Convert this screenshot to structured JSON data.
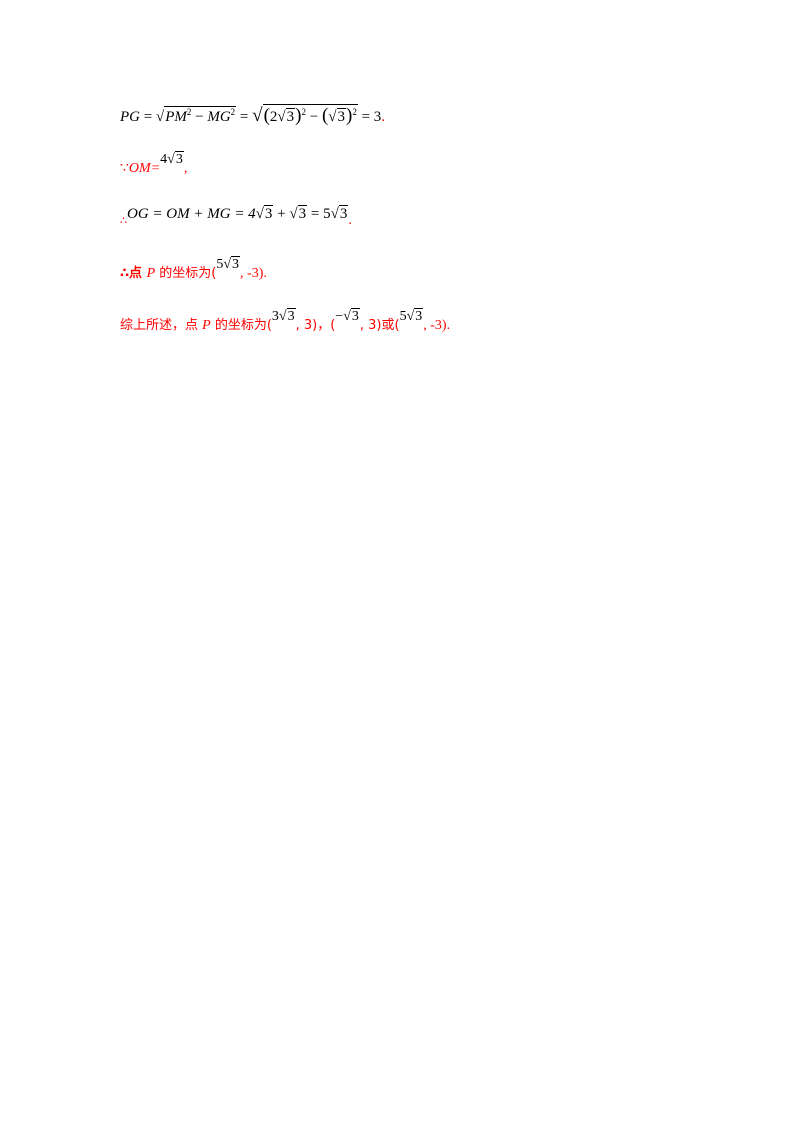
{
  "lines": {
    "pg": {
      "lhs": "PG",
      "eq1": " = ",
      "sqrt1_a": "PM",
      "sqrt1_op": " − ",
      "sqrt1_b": "MG",
      "sq": "2",
      "eq2": " = ",
      "term1_coef": "2",
      "term1_rad": "3",
      "minus": " − ",
      "term2_rad": "3",
      "eq3": " = 3",
      "end": "."
    },
    "om": {
      "because": "∵",
      "label": "OM=",
      "coef": "4",
      "rad": "3",
      "end": ","
    },
    "og": {
      "therefore": "∴",
      "expr1": "OG = OM + MG = 4",
      "rad1": "3",
      "plus": " + ",
      "rad2": "3",
      "eq": " = 5",
      "rad3": "3",
      "end": "."
    },
    "p_coord": {
      "prefix": "∴点 ",
      "p": "P",
      "text": " 的坐标为(",
      "coef": "5",
      "rad": "3",
      "suffix": ", -3)."
    },
    "summary": {
      "prefix": "综上所述，点 ",
      "p": "P",
      "text": " 的坐标为(",
      "c1_coef": "3",
      "c1_rad": "3",
      "c1_suffix": ", 3)，(",
      "c2_coef": "−",
      "c2_rad": "3",
      "c2_suffix": ", 3)或(",
      "c3_coef": "5",
      "c3_rad": "3",
      "c3_suffix": ", -3)."
    }
  },
  "colors": {
    "answer": "#ff0000",
    "math": "#000000"
  }
}
